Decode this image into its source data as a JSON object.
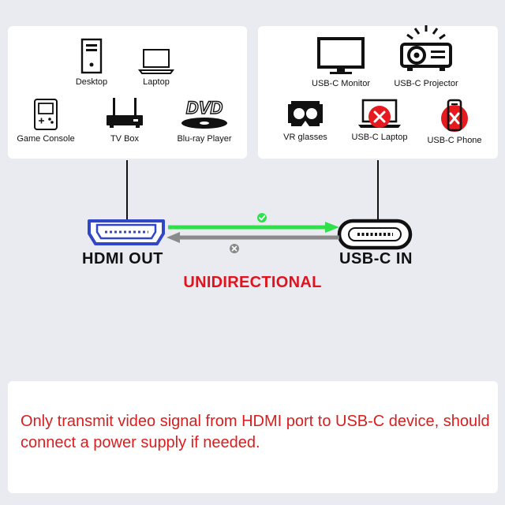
{
  "source_devices": [
    {
      "label": "Desktop",
      "icon": "desktop-icon"
    },
    {
      "label": "Laptop",
      "icon": "laptop-icon"
    },
    {
      "label": "Game Console",
      "icon": "game-console-icon"
    },
    {
      "label": "TV Box",
      "icon": "tv-box-icon"
    },
    {
      "label": "Blu-ray Player",
      "icon": "bluray-player-icon"
    }
  ],
  "sink_devices": [
    {
      "label": "USB-C Monitor",
      "icon": "monitor-icon",
      "supported": true
    },
    {
      "label": "USB-C Projector",
      "icon": "projector-icon",
      "supported": true
    },
    {
      "label": "VR glasses",
      "icon": "vr-glasses-icon",
      "supported": true
    },
    {
      "label": "USB-C Laptop",
      "icon": "laptop-icon",
      "supported": false
    },
    {
      "label": "USB-C Phone",
      "icon": "phone-icon",
      "supported": false
    }
  ],
  "dvd_logo_text": "DVD",
  "hdmi_label": "HDMI OUT",
  "usbc_label": "USB-C IN",
  "direction_label": "UNIDIRECTIONAL",
  "note": "Only transmit video signal from HDMI port to USB-C device, should connect a power supply if needed.",
  "colors": {
    "background": "#e9ebf0",
    "hdmi_port": "#3047c9",
    "forward_arrow": "#2ee04a",
    "reverse_arrow": "#8a8a8a",
    "warning_text": "#e0141e",
    "unsupported_badge": "#e5191e"
  }
}
